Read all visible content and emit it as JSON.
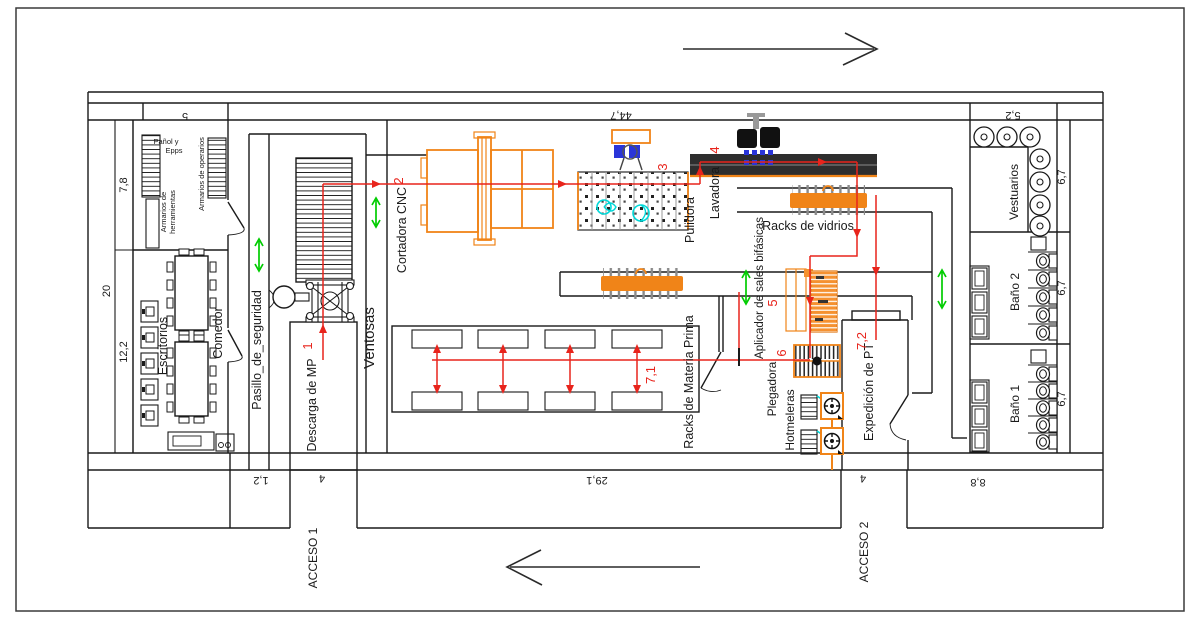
{
  "labels": {
    "pasillo": "Pasillo_de_seguridad",
    "descarga": "Descarga de MP",
    "ventosas": "Ventosas",
    "cortadora": "Cortadora CNC",
    "pulidora": "Pulidora",
    "lavadora": "Lavadora",
    "racks_vidrios": "Racks de vidrios",
    "aplicador": "Aplicador de sales bifásicas",
    "racks_mp": "Racks de Materia Prima",
    "plegadora": "Plegadora",
    "hotmeleras": "Hotmeleras",
    "expedicion": "Expedición de PT",
    "comedor": "Comedor",
    "escritorios": "Escritorios",
    "panol_1": "Pañol y",
    "panol_2": "Epps",
    "armarios_herramientas_1": "Armarios de",
    "armarios_herramientas_2": "herramientas",
    "armarios_operarios": "Armarios de operarios",
    "vestuarios": "Vestuarios",
    "bano_2": "Baño 2",
    "bano_1": "Baño 1",
    "acceso_1": "ACCESO 1",
    "acceso_2": "ACCESO 2"
  },
  "stations": {
    "n1": "1",
    "n2": "2",
    "n3": "3",
    "n4": "4",
    "n5": "5",
    "n6": "6",
    "n7_1": "7,1",
    "n7_2": "7,2"
  },
  "dimensions": {
    "top_center": "44,7",
    "top_left": "5",
    "top_right": "5,2",
    "left_outer": "20",
    "left_upper": "7,8",
    "left_lower": "12,2",
    "right_vestuarios": "6,7",
    "right_bano2": "6,7",
    "right_bano1": "6,7",
    "bottom_pasillo": "1,2",
    "bottom_descarga": "4",
    "bottom_center": "29,1",
    "bottom_acceso2": "4",
    "bottom_banos": "8,8"
  },
  "colors": {
    "wall": "#1a1a1a",
    "machine_orange": "#f08418",
    "flow_red": "#e8241c",
    "arrow_green": "#00cc00",
    "detail_cyan": "#00d8d8",
    "detail_blue": "#2a35d9"
  }
}
